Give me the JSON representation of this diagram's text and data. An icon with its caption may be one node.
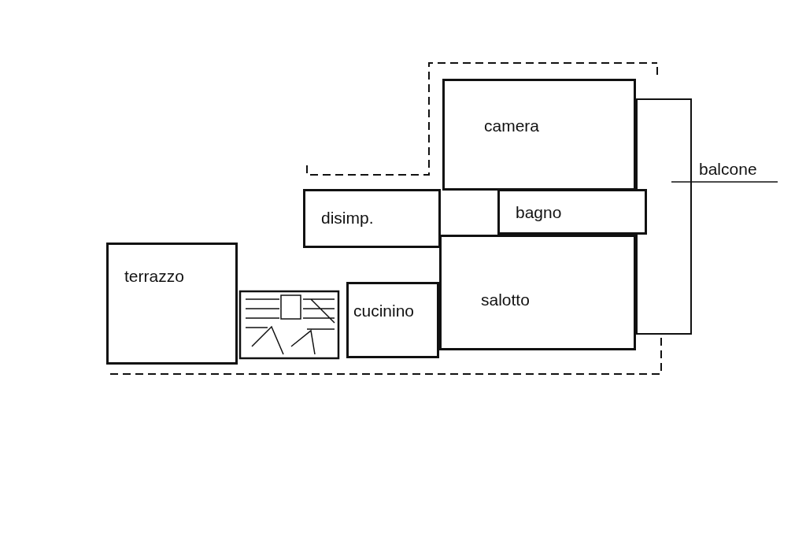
{
  "diagram": {
    "nodes": [
      {
        "text": [
          "camera"
        ]
      },
      {
        "text": [
          "balcone"
        ]
      },
      {
        "text": [
          "disimp."
        ]
      },
      {
        "text": [
          "bagno"
        ]
      },
      {
        "text": [
          "terrazzo"
        ]
      },
      {
        "text": [
          "cucinino"
        ]
      },
      {
        "text": [
          "salotto"
        ]
      }
    ]
  }
}
